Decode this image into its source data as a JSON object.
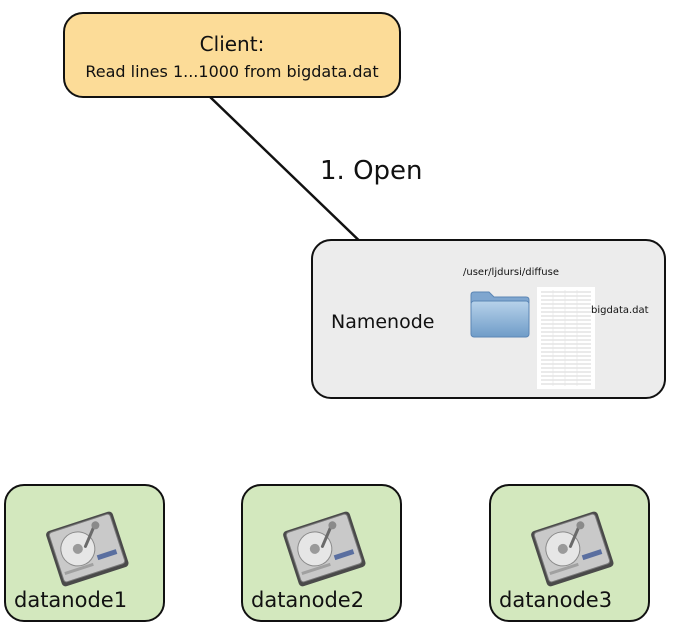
{
  "client": {
    "title": "Client:",
    "subtitle": "Read lines 1...1000 from bigdata.dat"
  },
  "step": {
    "label": "1. Open"
  },
  "namenode": {
    "label": "Namenode",
    "path": "/user/ljdursi/diffuse",
    "file": "bigdata.dat",
    "folder_icon": "folder-icon",
    "file_icon": "file-listing-icon"
  },
  "datanodes": [
    {
      "label": "datanode1",
      "icon": "hard-disk-icon"
    },
    {
      "label": "datanode2",
      "icon": "hard-disk-icon"
    },
    {
      "label": "datanode3",
      "icon": "hard-disk-icon"
    }
  ],
  "colors": {
    "client_fill": "#fcdc98",
    "namenode_fill": "#ececec",
    "datanode_fill": "#d3e8be",
    "folder_blue": "#8fb3d6",
    "border": "#111111"
  }
}
